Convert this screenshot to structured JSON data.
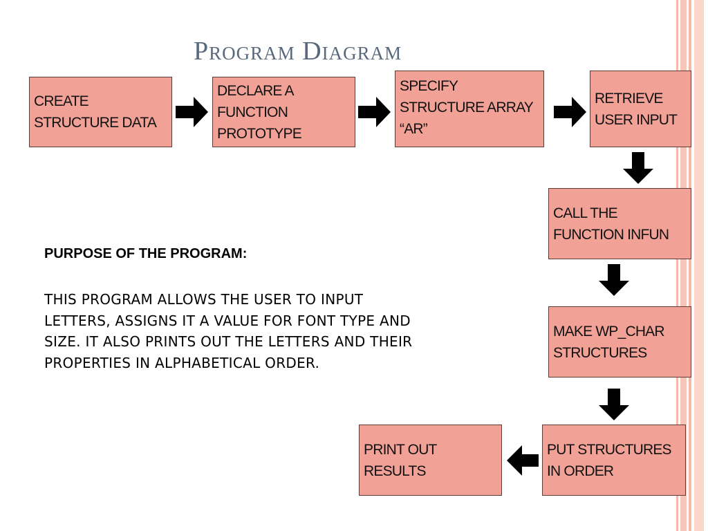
{
  "slide": {
    "title": "Program Diagram",
    "colors": {
      "box_fill": "#f1a196",
      "box_border": "#5a3b36",
      "title": "#59697c",
      "stripe": "#f5b7a8"
    }
  },
  "steps": [
    {
      "id": "create",
      "label": "CREATE STRUCTURE DATA"
    },
    {
      "id": "declare",
      "label": "DECLARE A FUNCTION PROTOTYPE"
    },
    {
      "id": "specify",
      "label": "SPECIFY STRUCTURE ARRAY “AR”"
    },
    {
      "id": "retrieve",
      "label": "RETRIEVE USER INPUT"
    },
    {
      "id": "call",
      "label": "CALL THE FUNCTION INFUN"
    },
    {
      "id": "make",
      "label": "MAKE WP_CHAR STRUCTURES"
    },
    {
      "id": "order",
      "label": "PUT STRUCTURES IN ORDER"
    },
    {
      "id": "print",
      "label": "PRINT OUT RESULTS"
    }
  ],
  "connections": [
    {
      "from": "create",
      "to": "declare",
      "direction": "right"
    },
    {
      "from": "declare",
      "to": "specify",
      "direction": "right"
    },
    {
      "from": "specify",
      "to": "retrieve",
      "direction": "right"
    },
    {
      "from": "retrieve",
      "to": "call",
      "direction": "down"
    },
    {
      "from": "call",
      "to": "make",
      "direction": "down"
    },
    {
      "from": "make",
      "to": "order",
      "direction": "down"
    },
    {
      "from": "order",
      "to": "print",
      "direction": "left"
    }
  ],
  "purpose": {
    "heading": "PURPOSE OF THE PROGRAM:",
    "body": "THIS PROGRAM ALLOWS THE USER TO INPUT LETTERS, ASSIGNS IT A VALUE FOR FONT TYPE AND SIZE. IT ALSO PRINTS OUT THE LETTERS AND THEIR PROPERTIES IN ALPHABETICAL ORDER."
  }
}
